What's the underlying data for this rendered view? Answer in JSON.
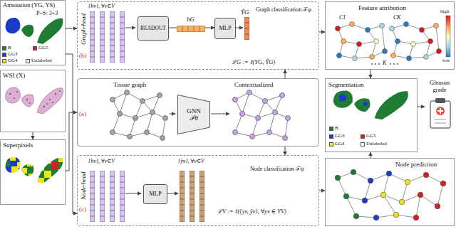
{
  "diagram": {
    "nodes": [
      {
        "text": [
          "Annotation (YG, YS)",
          "P+S: 3+3"
        ]
      },
      {
        "text": [
          "WSI (X)"
        ]
      },
      {
        "text": [
          "Superpixels"
        ]
      },
      {
        "text": [
          "(b)",
          "Graph-head",
          "Graph classification ℱφ",
          "ℒG := ℓ(YG, ŶG)"
        ]
      },
      {
        "text": [
          "READOUT"
        ],
        "in": 3
      },
      {
        "text": [
          "MLP"
        ],
        "in": 3
      },
      {
        "text": [
          "Feature attribution"
        ]
      },
      {
        "text": [
          "(a)",
          "Tissue graph",
          "Contextualized"
        ]
      },
      {
        "text": [
          "GNN",
          "ℱθ"
        ],
        "in": 7
      },
      {
        "text": [
          "Segmentation"
        ]
      },
      {
        "text": [
          "Gleason grade"
        ]
      },
      {
        "text": [
          "(c)",
          "Node-head",
          "Node classification ℱψ",
          "ℒV := ℓ({yv, ŷv}, ∀yv ∈ YV)"
        ]
      },
      {
        "text": [
          "MLP"
        ],
        "in": 11
      },
      {
        "text": [
          "Node prediction"
        ]
      }
    ],
    "edges": [
      {
        "from": 1,
        "to": 2,
        "arrow": "to"
      },
      {
        "from": 2,
        "to": 7,
        "arrow": "to"
      },
      {
        "from": 0,
        "to": 3,
        "arrow": "to"
      },
      {
        "from": 0,
        "to": 11,
        "arrow": "to"
      },
      {
        "from": 7,
        "to": 3,
        "arrow": "to"
      },
      {
        "from": 7,
        "to": 11,
        "arrow": "to"
      },
      {
        "from": 4,
        "to": 5,
        "arrow": "to"
      },
      {
        "from": 3,
        "to": 6,
        "arrow": "to"
      },
      {
        "from": 6,
        "to": 9,
        "arrow": "to"
      },
      {
        "from": 13,
        "to": 9,
        "arrow": "to"
      },
      {
        "from": 9,
        "to": 10,
        "arrow": "to"
      },
      {
        "from": 11,
        "to": 13,
        "arrow": "to"
      }
    ],
    "labels": [
      "{hv}, ∀v∈V",
      "hG",
      "ŶG",
      "C1",
      "CK",
      "high",
      "low",
      "K",
      "{hv}, ∀v∈V",
      "{ŷv}, ∀v∈V"
    ],
    "legend": [
      {
        "text": "B",
        "color": "#1e7d32"
      },
      {
        "text": "GG5",
        "color": "#d62020"
      },
      {
        "text": "GG3",
        "color": "#1a3cc8"
      },
      {
        "text": "GG4",
        "color": "#f2e41b"
      },
      {
        "text": "Unlabeled",
        "color": "#ffffff"
      },
      {
        "text": "B",
        "color": "#1e7d32"
      },
      {
        "text": "GG3",
        "color": "#1a3cc8"
      },
      {
        "text": "GG5",
        "color": "#d62020"
      },
      {
        "text": "GG4",
        "color": "#f2e41b"
      },
      {
        "text": "Unlabeled",
        "color": "#ffffff"
      }
    ]
  }
}
